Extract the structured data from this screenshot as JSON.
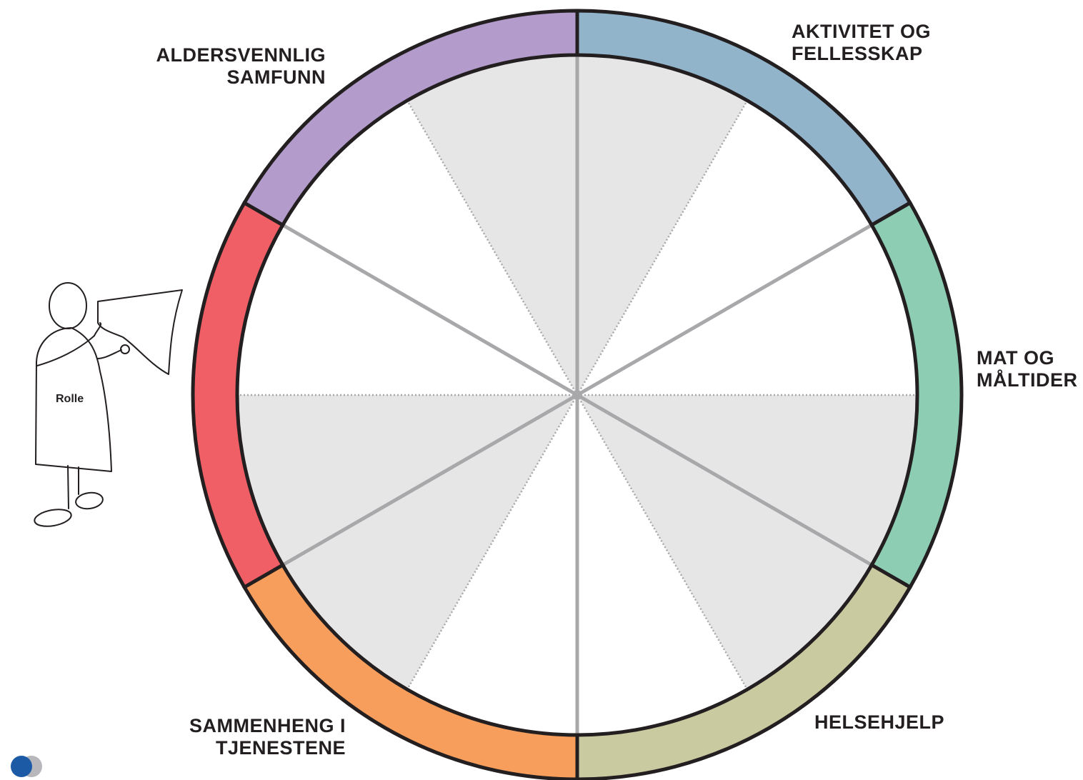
{
  "labels": {
    "aldersvennlig": [
      "ALDERSVENNLIG",
      "SAMFUNN"
    ],
    "aktivitet": [
      "AKTIVITET OG",
      "FELLESSKAP"
    ],
    "mat": [
      "MAT OG",
      "MÅLTIDER"
    ],
    "helse": [
      "HELSEHJELP"
    ],
    "sammenheng": [
      "SAMMENHENG I",
      "TJENESTENE"
    ]
  },
  "role_label": "Rolle",
  "segments": [
    {
      "name": "aktivitet",
      "color": "#92b4cb"
    },
    {
      "name": "mat",
      "color": "#8ccdb4"
    },
    {
      "name": "helse",
      "color": "#c9caa0"
    },
    {
      "name": "sammenheng",
      "color": "#f79e5c"
    },
    {
      "name": "roller",
      "color": "#ef5f65"
    },
    {
      "name": "aldersvennlig",
      "color": "#b39ccb"
    }
  ],
  "colors": {
    "wedge_gray": "#e6e6e6",
    "spoke": "#a8a8ab",
    "outline": "#231f20",
    "logo_blue": "#1c5aa6",
    "logo_gray": "#b8b8bc"
  },
  "icons": {
    "person": "person-holding-sign-icon",
    "logo": "two-circles-logo-icon"
  }
}
